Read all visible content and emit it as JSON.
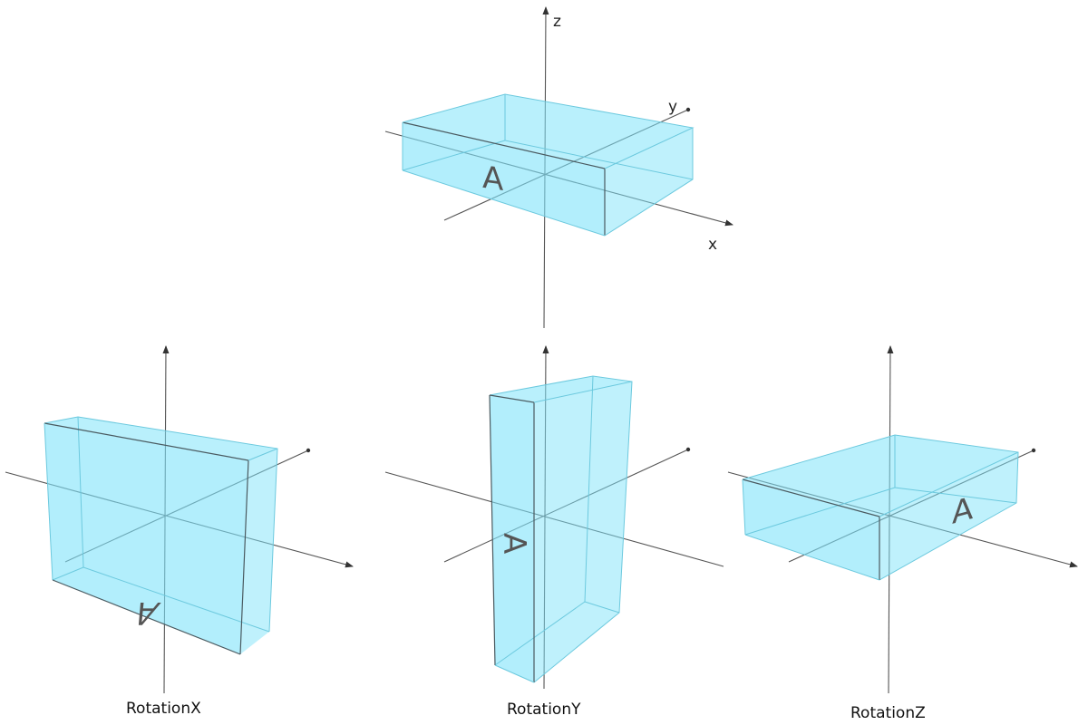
{
  "axes": {
    "x_label": "x",
    "y_label": "y",
    "z_label": "z"
  },
  "face_letter": "A",
  "captions": [
    "RotationX",
    "RotationY",
    "RotationZ"
  ],
  "colors": {
    "box_fill": "#7fe3fa",
    "box_edge": "#4a5a60",
    "axis": "#555555"
  }
}
